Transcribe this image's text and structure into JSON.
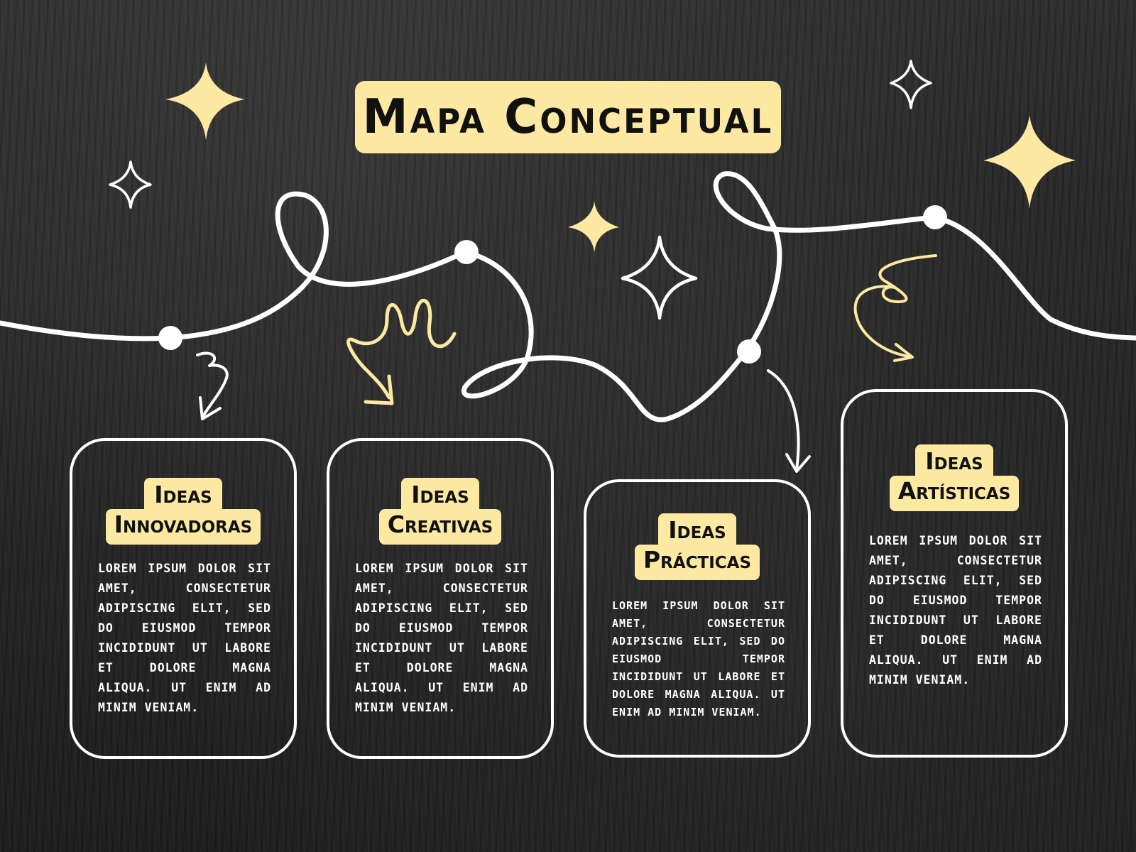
{
  "title": "Mapa Conceptual",
  "colors": {
    "accent": "#fde9a2",
    "stroke": "#ffffff",
    "background": "#262626",
    "text_dark": "#111111"
  },
  "decorations": {
    "stars": [
      "yellow-star-icon",
      "white-star-icon"
    ],
    "arrows": [
      "white-scribble-arrow-icon",
      "yellow-scribble-arrow-icon"
    ],
    "connector": "white-curly-line"
  },
  "cards": [
    {
      "title_line1": "Ideas",
      "title_line2": "Innovadoras",
      "body": "Lorem ipsum dolor sit amet, consectetur adipiscing elit, sed do eiusmod tempor incididunt ut labore et dolore magna aliqua. Ut enim ad minim veniam."
    },
    {
      "title_line1": "Ideas",
      "title_line2": "Creativas",
      "body": "Lorem ipsum dolor sit amet, consectetur adipiscing elit, sed do eiusmod tempor incididunt ut labore et dolore magna aliqua. Ut enim ad minim veniam."
    },
    {
      "title_line1": "Ideas",
      "title_line2": "Prácticas",
      "body": "Lorem ipsum dolor sit amet, consectetur adipiscing elit, sed do eiusmod tempor incididunt ut labore et dolore magna aliqua. Ut enim ad minim veniam."
    },
    {
      "title_line1": "Ideas",
      "title_line2": "Artísticas",
      "body": "Lorem ipsum dolor sit amet, consectetur adipiscing elit, sed do eiusmod tempor incididunt ut labore et dolore magna aliqua. Ut enim ad minim veniam."
    }
  ]
}
